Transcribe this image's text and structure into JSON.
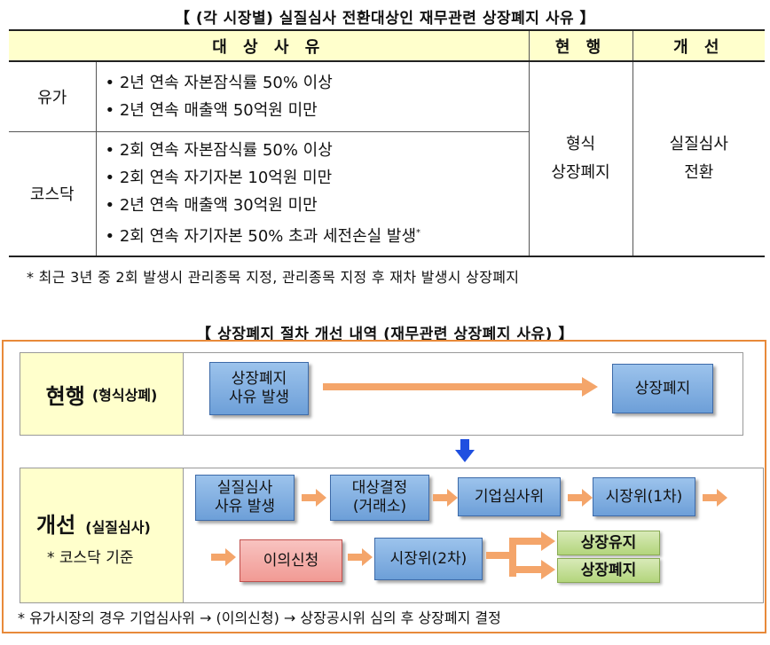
{
  "table": {
    "title": "【 (각 시장별) 실질심사 전환대상인 재무관련 상장폐지 사유 】",
    "headers": [
      "대 상 사 유",
      "현 행",
      "개 선"
    ],
    "rows": [
      {
        "market": "유가",
        "items": [
          "2년 연속 자본잠식률 50% 이상",
          "2년 연속 매출액 50억원 미만"
        ]
      },
      {
        "market": "코스닥",
        "items": [
          "2회 연속 자본잠식률 50% 이상",
          "2회 연속 자기자본 10억원 미만",
          "2년 연속 매출액 30억원 미만",
          "2회 연속 자기자본 50% 초과 세전손실 발생"
        ],
        "last_sup": "*"
      }
    ],
    "current": [
      "형식",
      "상장폐지"
    ],
    "improved": [
      "실질심사",
      "전환"
    ],
    "note": "* 최근 3년 중 2회 발생시 관리종목 지정, 관리종목 지정 후 재차 발생시 상장폐지"
  },
  "flow": {
    "title": "【 상장폐지 절차 개선 내역 (재무관련 상장폐지 사유) 】",
    "current": {
      "label": "현행",
      "sub": "(형식상폐)",
      "steps": [
        [
          "상장폐지",
          "사유 발생"
        ],
        [
          "상장폐지"
        ]
      ]
    },
    "improved": {
      "label": "개선",
      "sub": "(실질심사)",
      "note": "* 코스닥 기준",
      "row1": [
        [
          "실질심사",
          "사유 발생"
        ],
        [
          "대상결정",
          "(거래소)"
        ],
        [
          "기업심사위"
        ],
        [
          "시장위(1차)"
        ]
      ],
      "row2": [
        [
          "이의신청"
        ],
        [
          "시장위(2차)"
        ]
      ],
      "outcomes": [
        "상장유지",
        "상장폐지"
      ]
    },
    "note": "* 유가시장의 경우 기업심사위 → (이의신청) → 상장공시위 심의 후 상장폐지 결정",
    "colors": {
      "frame": "#e88a3a",
      "arrow": "#f4a56a",
      "down_arrow": "#1f4fe0",
      "box_blue": "#7aa9dd",
      "box_red": "#f3a39e",
      "box_green": "#c2dd92",
      "label_bg": "#ffffcc"
    }
  }
}
